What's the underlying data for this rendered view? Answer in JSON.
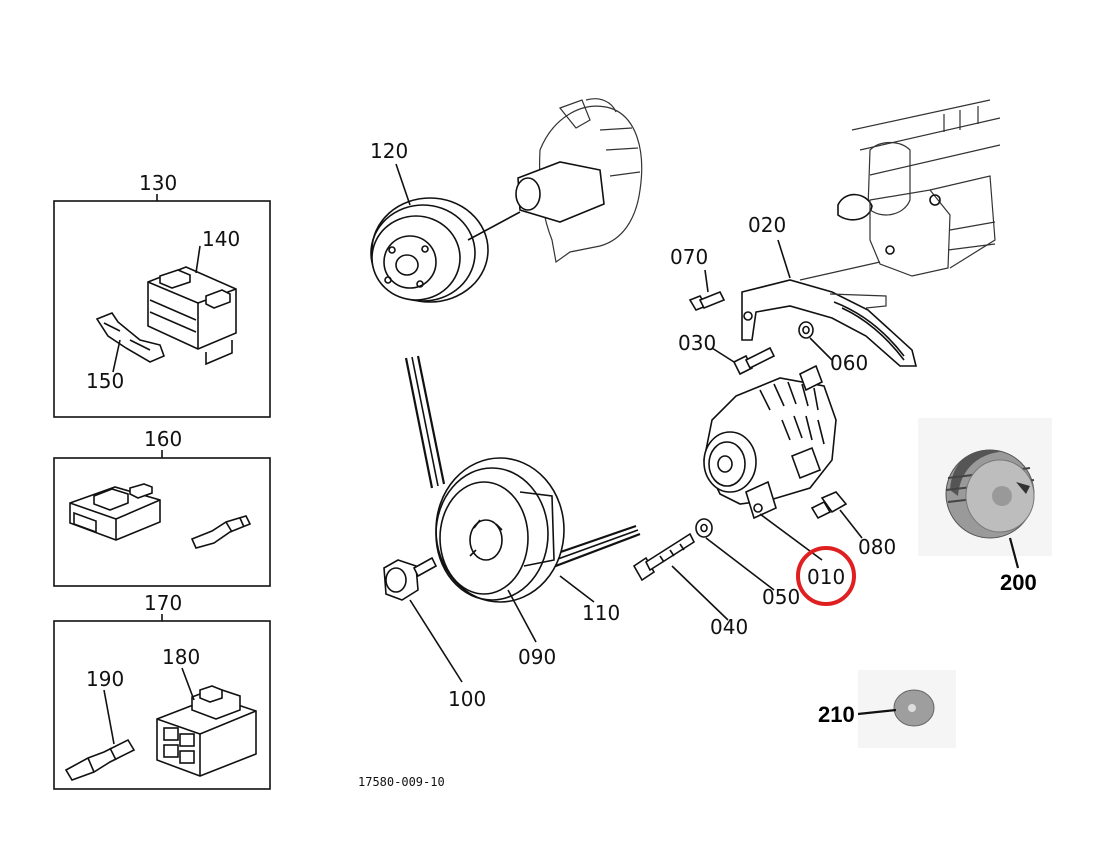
{
  "drawing_number": "17580-009-10",
  "highlight_color": "#e02020",
  "callouts": {
    "p010": "010",
    "p020": "020",
    "p030": "030",
    "p040": "040",
    "p050": "050",
    "p060": "060",
    "p070": "070",
    "p080": "080",
    "p090": "090",
    "p100": "100",
    "p110": "110",
    "p120": "120",
    "p130": "130",
    "p140": "140",
    "p150": "150",
    "p160": "160",
    "p170": "170",
    "p180": "180",
    "p190": "190",
    "p200": "200",
    "p210": "210"
  },
  "highlighted_part": "010"
}
